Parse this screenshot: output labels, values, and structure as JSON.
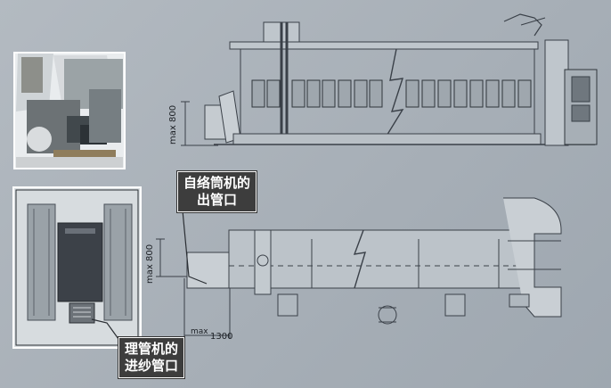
{
  "callouts": {
    "outlet_line1": "自络筒机的",
    "outlet_line2": "出管口",
    "inlet_line1": "理管机的",
    "inlet_line2": "进纱管口"
  },
  "dimensions": {
    "top_height": "max 800",
    "plan_height": "max 800",
    "plan_length_prefix": "max",
    "plan_length": "1300"
  },
  "colors": {
    "background": "#a9b1b8",
    "line": "#3a4048",
    "callout_fill": "#3d3d3d",
    "callout_text": "#ffffff"
  }
}
